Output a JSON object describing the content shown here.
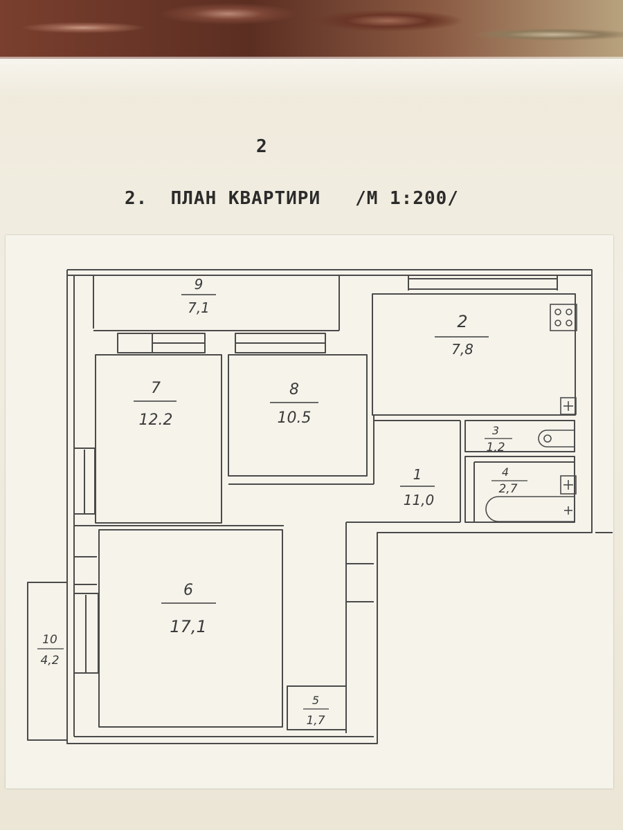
{
  "header": {
    "page_number": "2",
    "title": "2.  ПЛАН КВАРТИРИ   /М 1:200/"
  },
  "rooms": [
    {
      "id": "room-1",
      "number": "1",
      "area": "11,0"
    },
    {
      "id": "room-2",
      "number": "2",
      "area": "7,8"
    },
    {
      "id": "room-3",
      "number": "3",
      "area": "1,2"
    },
    {
      "id": "room-4",
      "number": "4",
      "area": "2,7"
    },
    {
      "id": "room-5",
      "number": "5",
      "area": "1,7"
    },
    {
      "id": "room-6",
      "number": "6",
      "area": "17,1"
    },
    {
      "id": "room-7",
      "number": "7",
      "area": "12.2"
    },
    {
      "id": "room-8",
      "number": "8",
      "area": "10.5"
    },
    {
      "id": "room-9",
      "number": "9",
      "area": "7,1"
    },
    {
      "id": "room-10",
      "number": "10",
      "area": "4,2"
    }
  ],
  "fixtures": {
    "stove": "stove-icon",
    "toilet": "toilet-icon",
    "bathtub": "bathtub-icon"
  }
}
